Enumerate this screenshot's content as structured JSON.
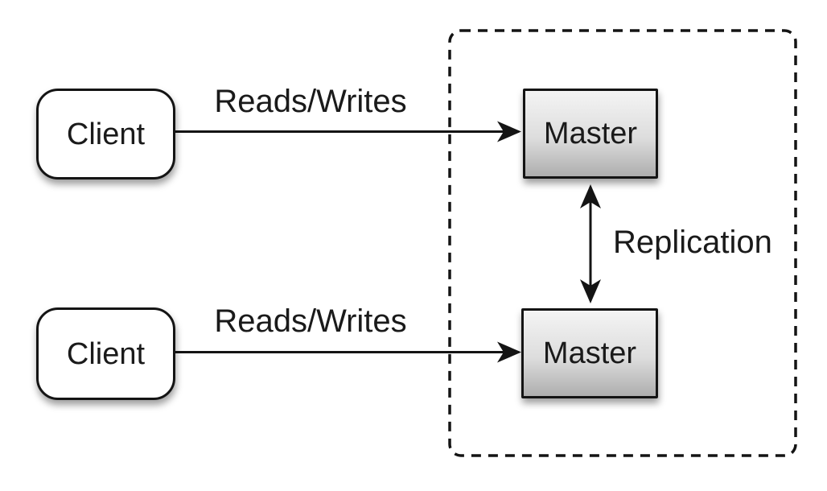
{
  "colors": {
    "background": "#ffffff",
    "line": "#141414",
    "text": "#1a1a1a",
    "client_fill": "#ffffff",
    "master_gradient_top": "#f4f4f4",
    "master_gradient_mid": "#dddddd",
    "master_gradient_bottom": "#aeaeae"
  },
  "nodes": {
    "client_top": {
      "label": "Client"
    },
    "client_bottom": {
      "label": "Client"
    },
    "master_top": {
      "label": "Master"
    },
    "master_bottom": {
      "label": "Master"
    }
  },
  "edges": {
    "reads_writes_top": {
      "label": "Reads/Writes"
    },
    "reads_writes_bottom": {
      "label": "Reads/Writes"
    },
    "replication": {
      "label": "Replication"
    }
  }
}
